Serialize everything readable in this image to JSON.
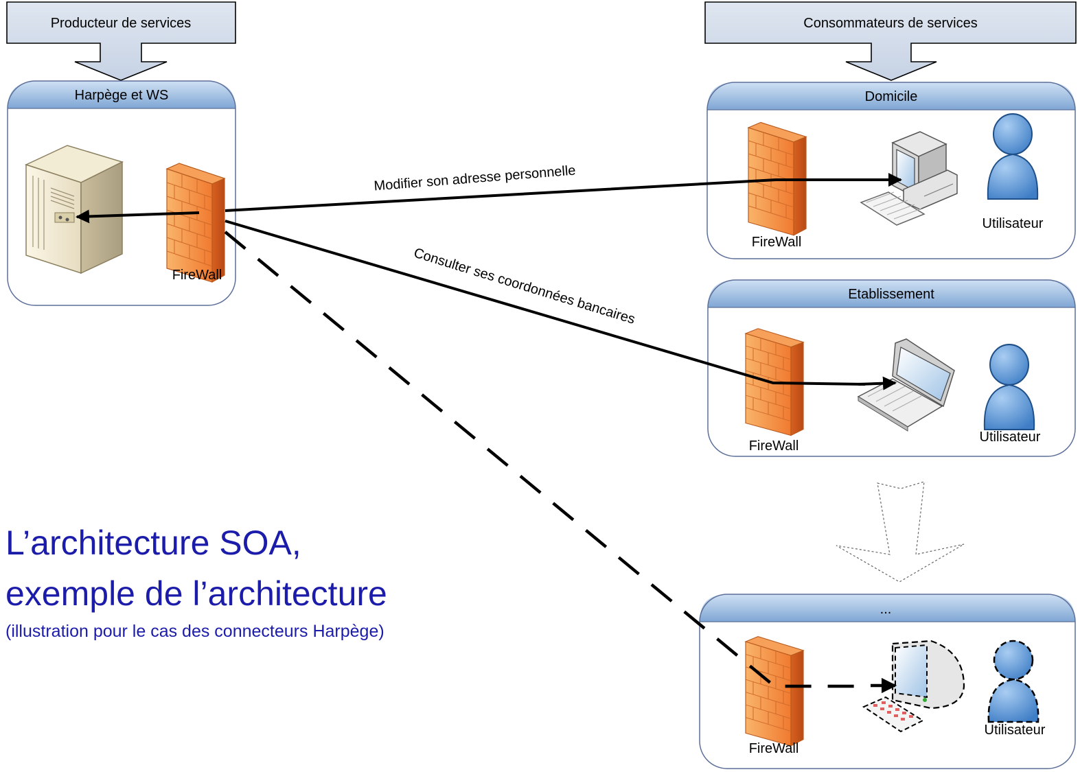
{
  "producer": {
    "header": "Producteur de services",
    "box_title": "Harpège et WS",
    "firewall_label": "FireWall"
  },
  "consumers": {
    "header": "Consommateurs de services",
    "boxes": [
      {
        "title": "Domicile",
        "firewall_label": "FireWall",
        "user_label": "Utilisateur",
        "device": "desktop-computer-icon"
      },
      {
        "title": "Etablissement",
        "firewall_label": "FireWall",
        "user_label": "Utilisateur",
        "device": "laptop-icon"
      },
      {
        "title": "...",
        "firewall_label": "FireWall",
        "user_label": "Utilisateur",
        "device": "desktop-computer-icon"
      }
    ]
  },
  "connections": {
    "modify_address": "Modifier son adresse personnelle",
    "view_bank": "Consulter ses coordonnées bancaires"
  },
  "title": {
    "line1": "L’architecture SOA,",
    "line2": "exemple de l’architecture",
    "subtitle": "(illustration pour le cas des connecteurs Harpège)"
  },
  "colors": {
    "banner": "#cbd6e6",
    "box_header": "#a8c4e4",
    "box_border": "#5c6f99",
    "firewall": "#f07a30",
    "user": "#3f7ec6",
    "title_text": "#1c1caa"
  }
}
